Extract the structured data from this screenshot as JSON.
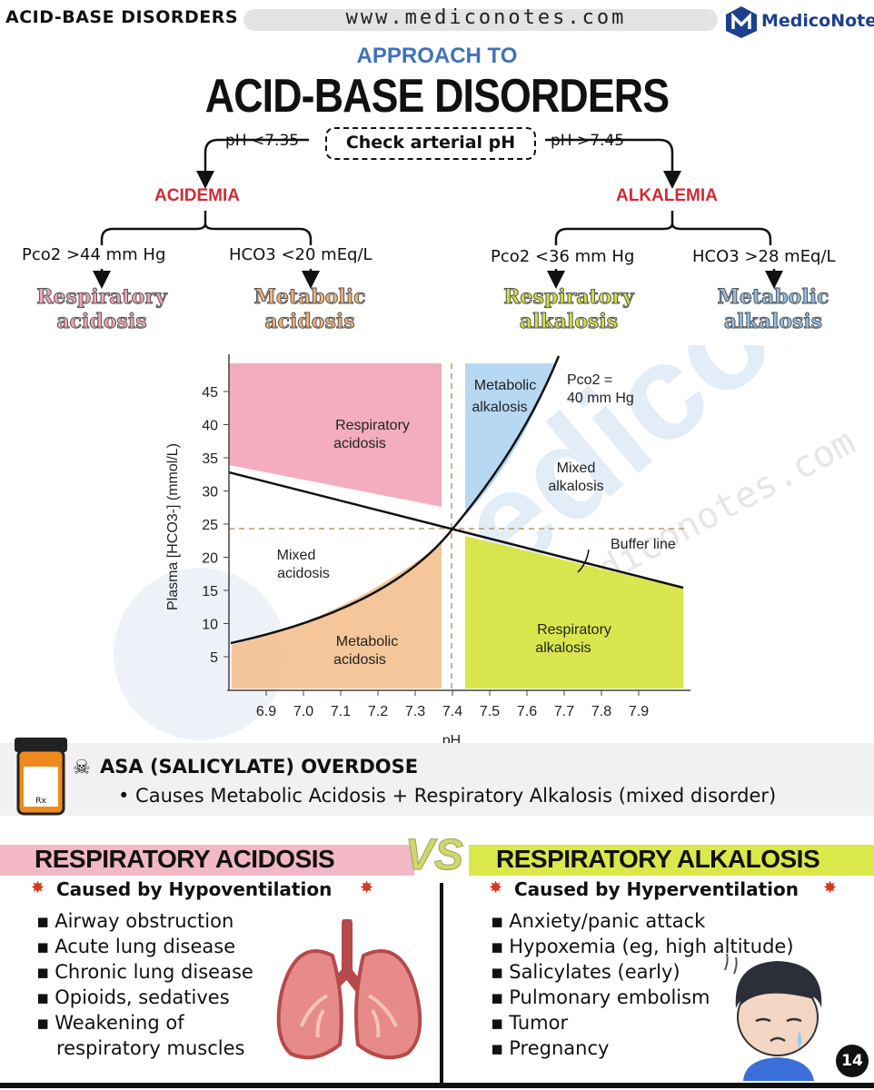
{
  "header": {
    "left": "ACID-BASE DISORDERS",
    "url": "www.mediconotes.com",
    "logo": "MedicoNotes"
  },
  "title": {
    "sub": "APPROACH TO",
    "main": "ACID-BASE DISORDERS"
  },
  "flow": {
    "center": "Check arterial pH",
    "left_cond": "pH <7.35",
    "right_cond": "pH >7.45",
    "acidemia": "ACIDEMIA",
    "alkalemia": "ALKALEMIA",
    "c1": "Pco2 >44 mm Hg",
    "c2": "HCO3 <20 mEq/L",
    "c3": "Pco2 <36 mm Hg",
    "c4": "HCO3 >28 mEq/L",
    "d1a": "Respiratory",
    "d1b": "acidosis",
    "d2a": "Metabolic",
    "d2b": "acidosis",
    "d3a": "Respiratory",
    "d3b": "alkalosis",
    "d4a": "Metabolic",
    "d4b": "alkalosis",
    "colors": {
      "resp_acid": "#f2a6b8",
      "met_acid": "#f3b27a",
      "resp_alk": "#d5e33a",
      "met_alk": "#8fbfe6"
    }
  },
  "chart_data": {
    "type": "area",
    "xlabel": "pH",
    "ylabel": "Plasma [HCO3-] (mmol/L)",
    "x_ticks": [
      "6.9",
      "7.0",
      "7.1",
      "7.2",
      "7.3",
      "7.4",
      "7.5",
      "7.6",
      "7.7",
      "7.8",
      "7.9"
    ],
    "y_ticks": [
      "5",
      "10",
      "15",
      "20",
      "25",
      "30",
      "35",
      "40",
      "45"
    ],
    "xlim": [
      6.8,
      8.0
    ],
    "ylim": [
      0,
      50
    ],
    "normal_point": {
      "ph": 7.4,
      "hco3": 24
    },
    "regions": {
      "resp_acid_a": "Respiratory",
      "resp_acid_b": "acidosis",
      "met_alk_a": "Metabolic",
      "met_alk_b": "alkalosis",
      "mixed_alk_a": "Mixed",
      "mixed_alk_b": "alkalosis",
      "mixed_acid_a": "Mixed",
      "mixed_acid_b": "acidosis",
      "met_acid_a": "Metabolic",
      "met_acid_b": "acidosis",
      "resp_alk_a": "Respiratory",
      "resp_alk_b": "alkalosis"
    },
    "pco2_label_a": "Pco2 =",
    "pco2_label_b": "40 mm Hg",
    "buffer_label": "Buffer line",
    "watermark": "www.mediconotes.com"
  },
  "asa": {
    "title": "ASA (SALICYLATE) OVERDOSE",
    "line": "• Causes Metabolic Acidosis + Respiratory Alkalosis (mixed disorder)",
    "bottle_label": "Rx"
  },
  "vs": "VS",
  "resp_acidosis": {
    "title": "RESPIRATORY ACIDOSIS",
    "cause": "Caused by Hypoventilation",
    "items": [
      "Airway obstruction",
      "Acute lung disease",
      "Chronic lung disease",
      "Opioids, sedatives",
      "Weakening of",
      "respiratory muscles"
    ]
  },
  "resp_alkalosis": {
    "title": "RESPIRATORY ALKALOSIS",
    "cause": "Caused by Hyperventilation",
    "items": [
      "Anxiety/panic attack",
      "Hypoxemia (eg, high altitude)",
      "Salicylates (early)",
      "Pulmonary embolism",
      "Tumor",
      "Pregnancy"
    ]
  },
  "page_number": "14"
}
